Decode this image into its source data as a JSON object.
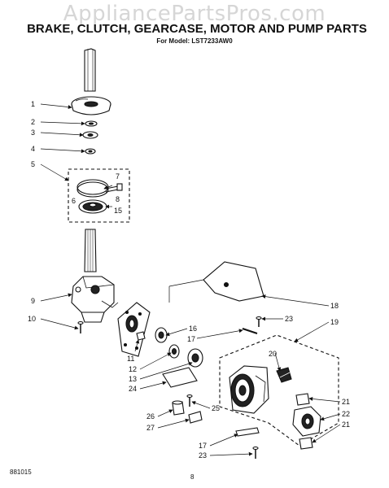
{
  "watermark": "AppliancePartsPros.com",
  "title": "BRAKE, CLUTCH, GEARCASE, MOTOR AND PUMP PARTS",
  "subtitle": "For Model: LST7233AW0",
  "callouts": [
    {
      "id": "c1",
      "label": "1"
    },
    {
      "id": "c2",
      "label": "2"
    },
    {
      "id": "c3",
      "label": "3"
    },
    {
      "id": "c4",
      "label": "4"
    },
    {
      "id": "c5",
      "label": "5"
    },
    {
      "id": "c6",
      "label": "6"
    },
    {
      "id": "c7",
      "label": "7"
    },
    {
      "id": "c8",
      "label": "8"
    },
    {
      "id": "c15",
      "label": "15"
    },
    {
      "id": "c9",
      "label": "9"
    },
    {
      "id": "c10",
      "label": "10"
    },
    {
      "id": "c18",
      "label": "18"
    },
    {
      "id": "c23a",
      "label": "23"
    },
    {
      "id": "c19",
      "label": "19"
    },
    {
      "id": "c16",
      "label": "16"
    },
    {
      "id": "c17a",
      "label": "17"
    },
    {
      "id": "c11",
      "label": "11"
    },
    {
      "id": "c20",
      "label": "20"
    },
    {
      "id": "c12",
      "label": "12"
    },
    {
      "id": "c13",
      "label": "13"
    },
    {
      "id": "c24",
      "label": "24"
    },
    {
      "id": "c25",
      "label": "25"
    },
    {
      "id": "c21a",
      "label": "21"
    },
    {
      "id": "c22",
      "label": "22"
    },
    {
      "id": "c21b",
      "label": "21"
    },
    {
      "id": "c26",
      "label": "26"
    },
    {
      "id": "c27",
      "label": "27"
    },
    {
      "id": "c17b",
      "label": "17"
    },
    {
      "id": "c23b",
      "label": "23"
    }
  ],
  "doc_code": "881015",
  "page_number": "8"
}
